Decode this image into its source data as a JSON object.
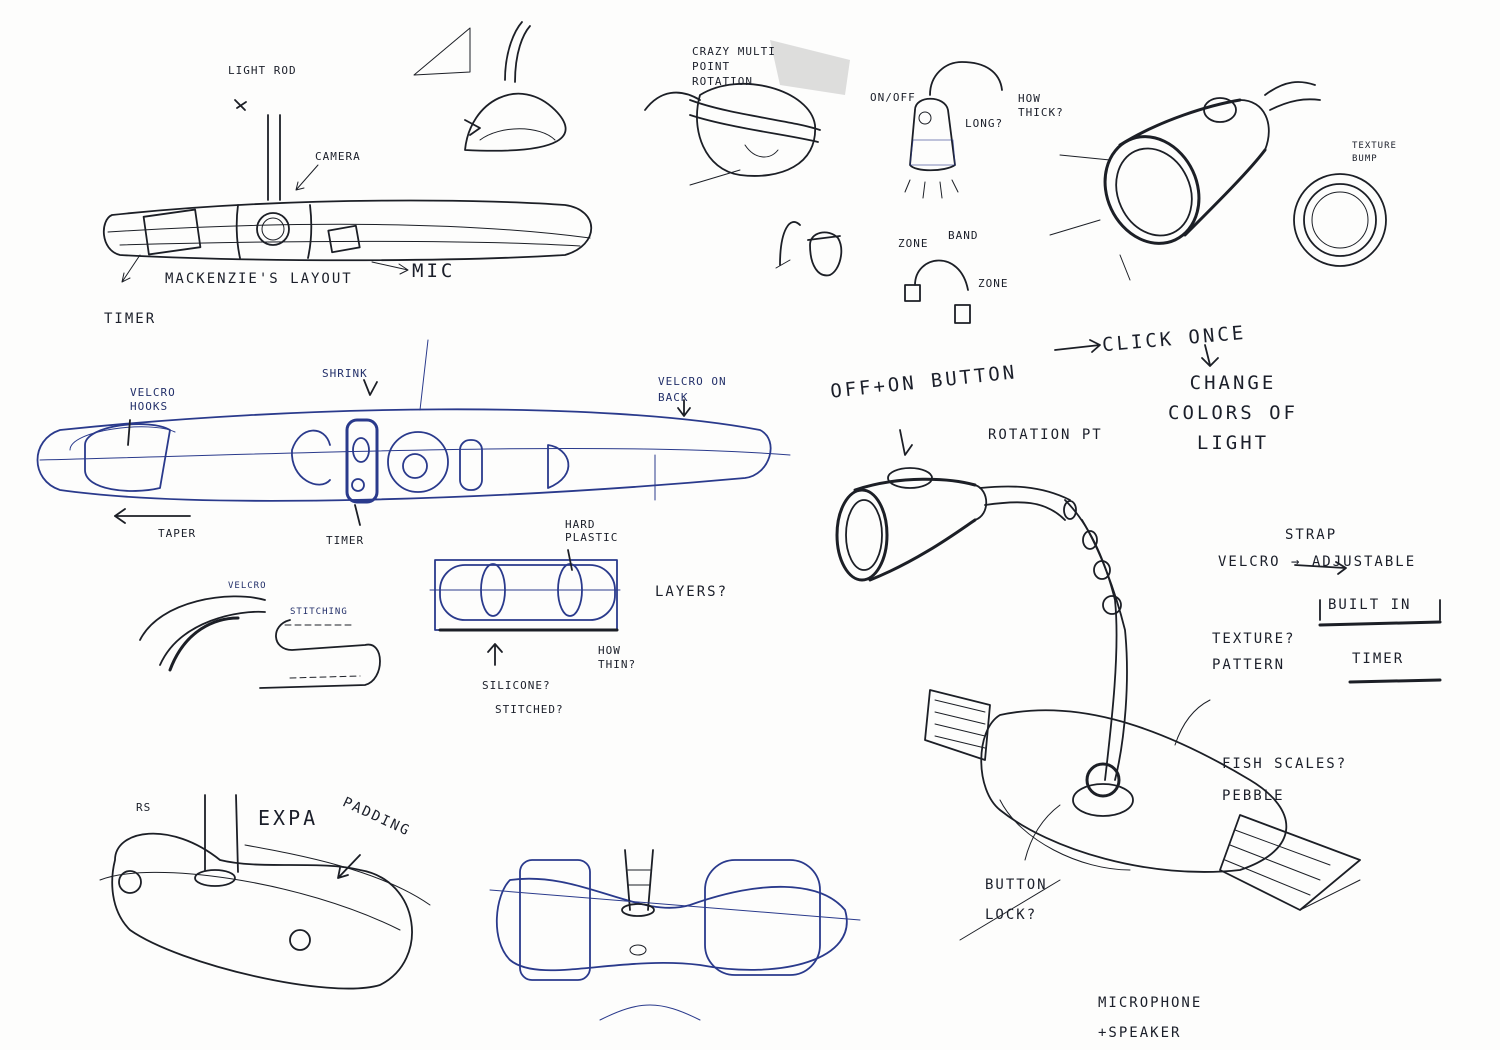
{
  "labels": {
    "light_rod": "LIGHT ROD",
    "camera": "CAMERA",
    "mackenzies_layout": "MACKENZIE'S LAYOUT",
    "mic": "MIC",
    "timer_top": "TIMER",
    "crazy_multi_point_rotation": "CRAZY MULTI POINT ROTATION",
    "on_off": "ON/OFF",
    "long": "LONG?",
    "how_thick": "HOW THICK?",
    "zone_1": "ZONE",
    "band": "BAND",
    "zone_2": "ZONE",
    "texture_bump": "TEXTURE BUMP",
    "velcro_hooks": "VELCRO HOOKS",
    "shrink": "SHRINK",
    "velcro_on_back": "VELCRO ON BACK",
    "taper": "TAPER",
    "timer_mid": "TIMER",
    "hard_plastic": "HARD PLASTIC",
    "layers": "LAYERS?",
    "velcro_small": "VELCRO",
    "stitching": "STITCHING",
    "how_thin": "HOW THIN?",
    "silicone": "SILICONE?",
    "stitched": "STITCHED?",
    "rs": "RS",
    "expa": "EXPA",
    "padding": "PADDING",
    "off_on": "OFF+ON BUTTON",
    "click_once": "CLICK ONCE",
    "change_colors_of_light": "CHANGE COLORS OF LIGHT",
    "rotation_pt": "ROTATION PT",
    "strap": "STRAP",
    "velcro_adjustable": "VELCRO → ADJUSTABLE",
    "built_in": "BUILT IN",
    "texture_pattern": "TEXTURE? PATTERN",
    "timer_right": "TIMER",
    "fish_scales_pebble": "FISH SCALES? PEBBLE",
    "button_lock": "BUTTON LOCK?",
    "microphone_speaker": "MICROPHONE +SPEAKER"
  },
  "colors": {
    "pen_black": "#1c1f26",
    "pen_blue": "#2a3a8c",
    "paper": "#fdfdfc"
  }
}
